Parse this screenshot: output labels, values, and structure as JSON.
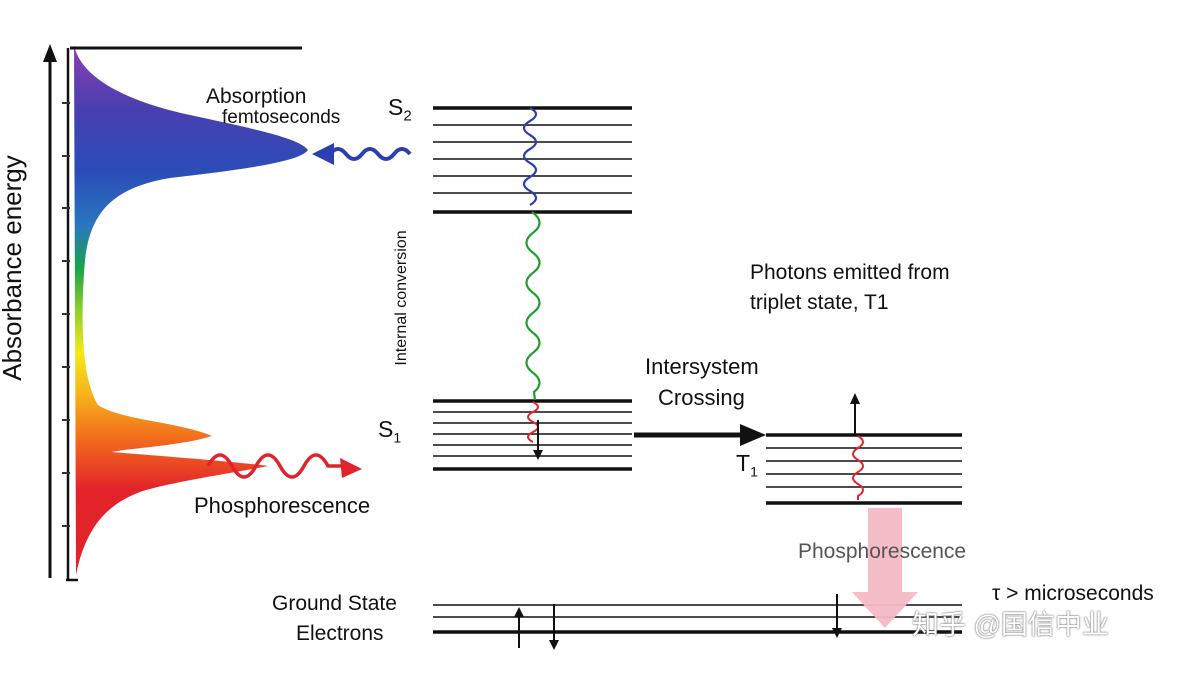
{
  "labels": {
    "y_axis": "Absorbance energy",
    "absorption": "Absorption",
    "femtoseconds": "femtoseconds",
    "phosphorescence_left": "Phosphorescence",
    "s2": "S",
    "s2_sub": "2",
    "s1": "S",
    "s1_sub": "1",
    "t1": "T",
    "t1_sub": "1",
    "internal_conversion": "Internal conversion",
    "photons_line1": "Photons emitted from",
    "photons_line2": "triplet state, T1",
    "intersystem_line1": "Intersystem",
    "intersystem_line2": "Crossing",
    "phosphorescence_right": "Phosphorescence",
    "tau": "τ > microseconds",
    "ground_line1": "Ground State",
    "ground_line2": "Electrons",
    "watermark": "知乎 @国信中业"
  },
  "colors": {
    "absorption_wave": "#2b3fae",
    "internal_conversion_wave": "#1f9e2c",
    "phosphorescence_wave": "#e0242a",
    "emission_arrow": "#f4b9c4",
    "level_line": "#111111"
  },
  "icons": {
    "photon_in": "wavy-arrow-left",
    "photon_out": "wavy-arrow-right",
    "intersystem": "arrow-right",
    "emission": "wide-down-arrow",
    "electron_spin": "up-down-arrows"
  }
}
